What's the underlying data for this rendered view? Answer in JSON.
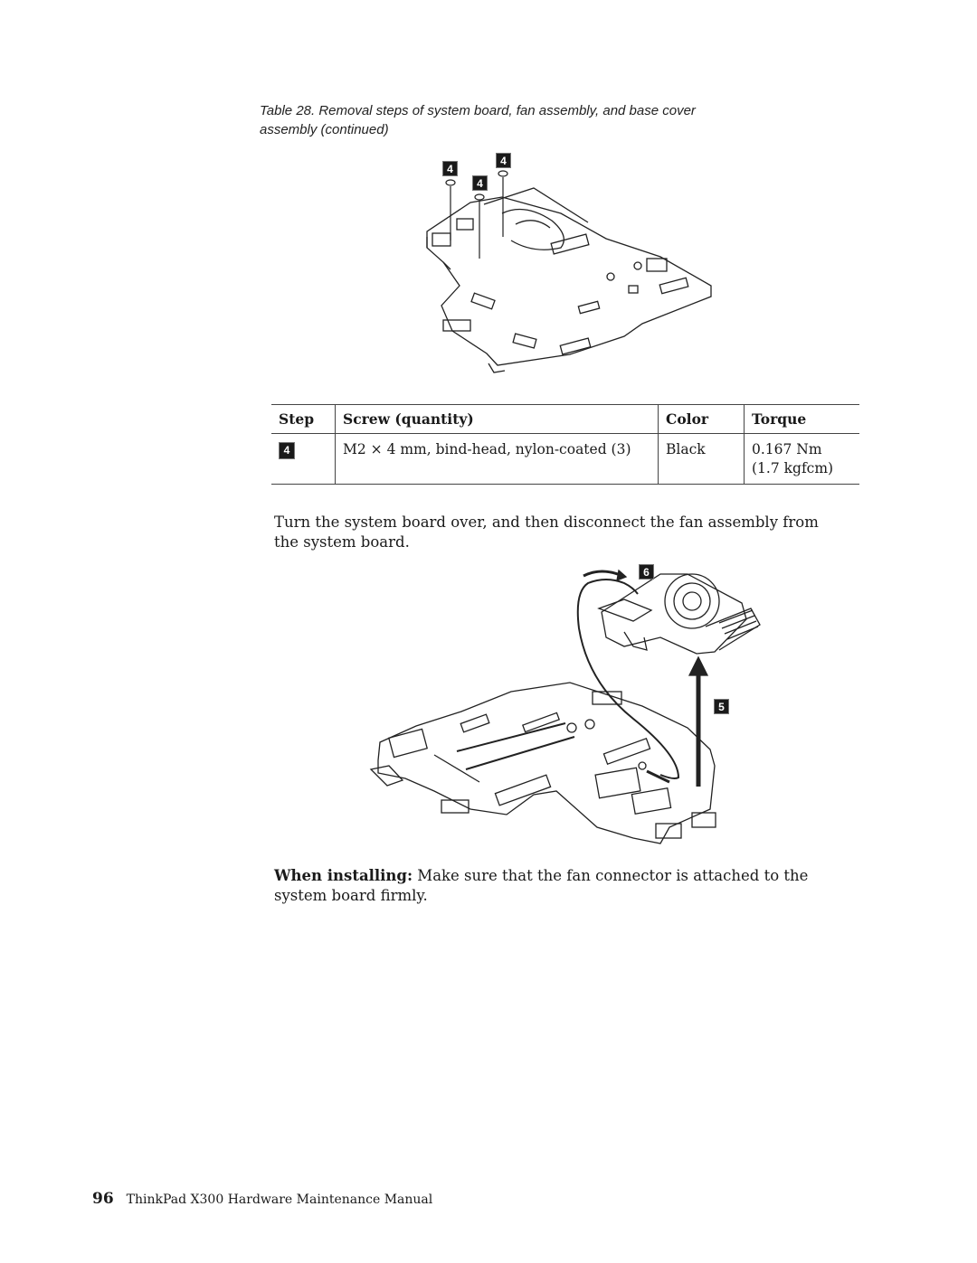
{
  "caption": "Table 28. Removal steps of system board, fan assembly, and base cover assembly (continued)",
  "figure1": {
    "badges": [
      "4",
      "4",
      "4"
    ]
  },
  "screw_table": {
    "headers": {
      "step": "Step",
      "screw": "Screw (quantity)",
      "color": "Color",
      "torque": "Torque"
    },
    "rows": [
      {
        "step": "4",
        "screw": "M2 × 4 mm, bind-head, nylon-coated (3)",
        "color": "Black",
        "torque_line1": "0.167 Nm",
        "torque_line2": "(1.7 kgfcm)"
      }
    ]
  },
  "paragraph1": "Turn the system board over, and then disconnect the fan assembly from the system board.",
  "figure2": {
    "badges": [
      "6",
      "5"
    ]
  },
  "installing_note": {
    "label": "When installing:",
    "text": " Make sure that the fan connector is attached to the system board firmly."
  },
  "footer": {
    "page_number": "96",
    "title": "ThinkPad X300 Hardware Maintenance Manual"
  }
}
